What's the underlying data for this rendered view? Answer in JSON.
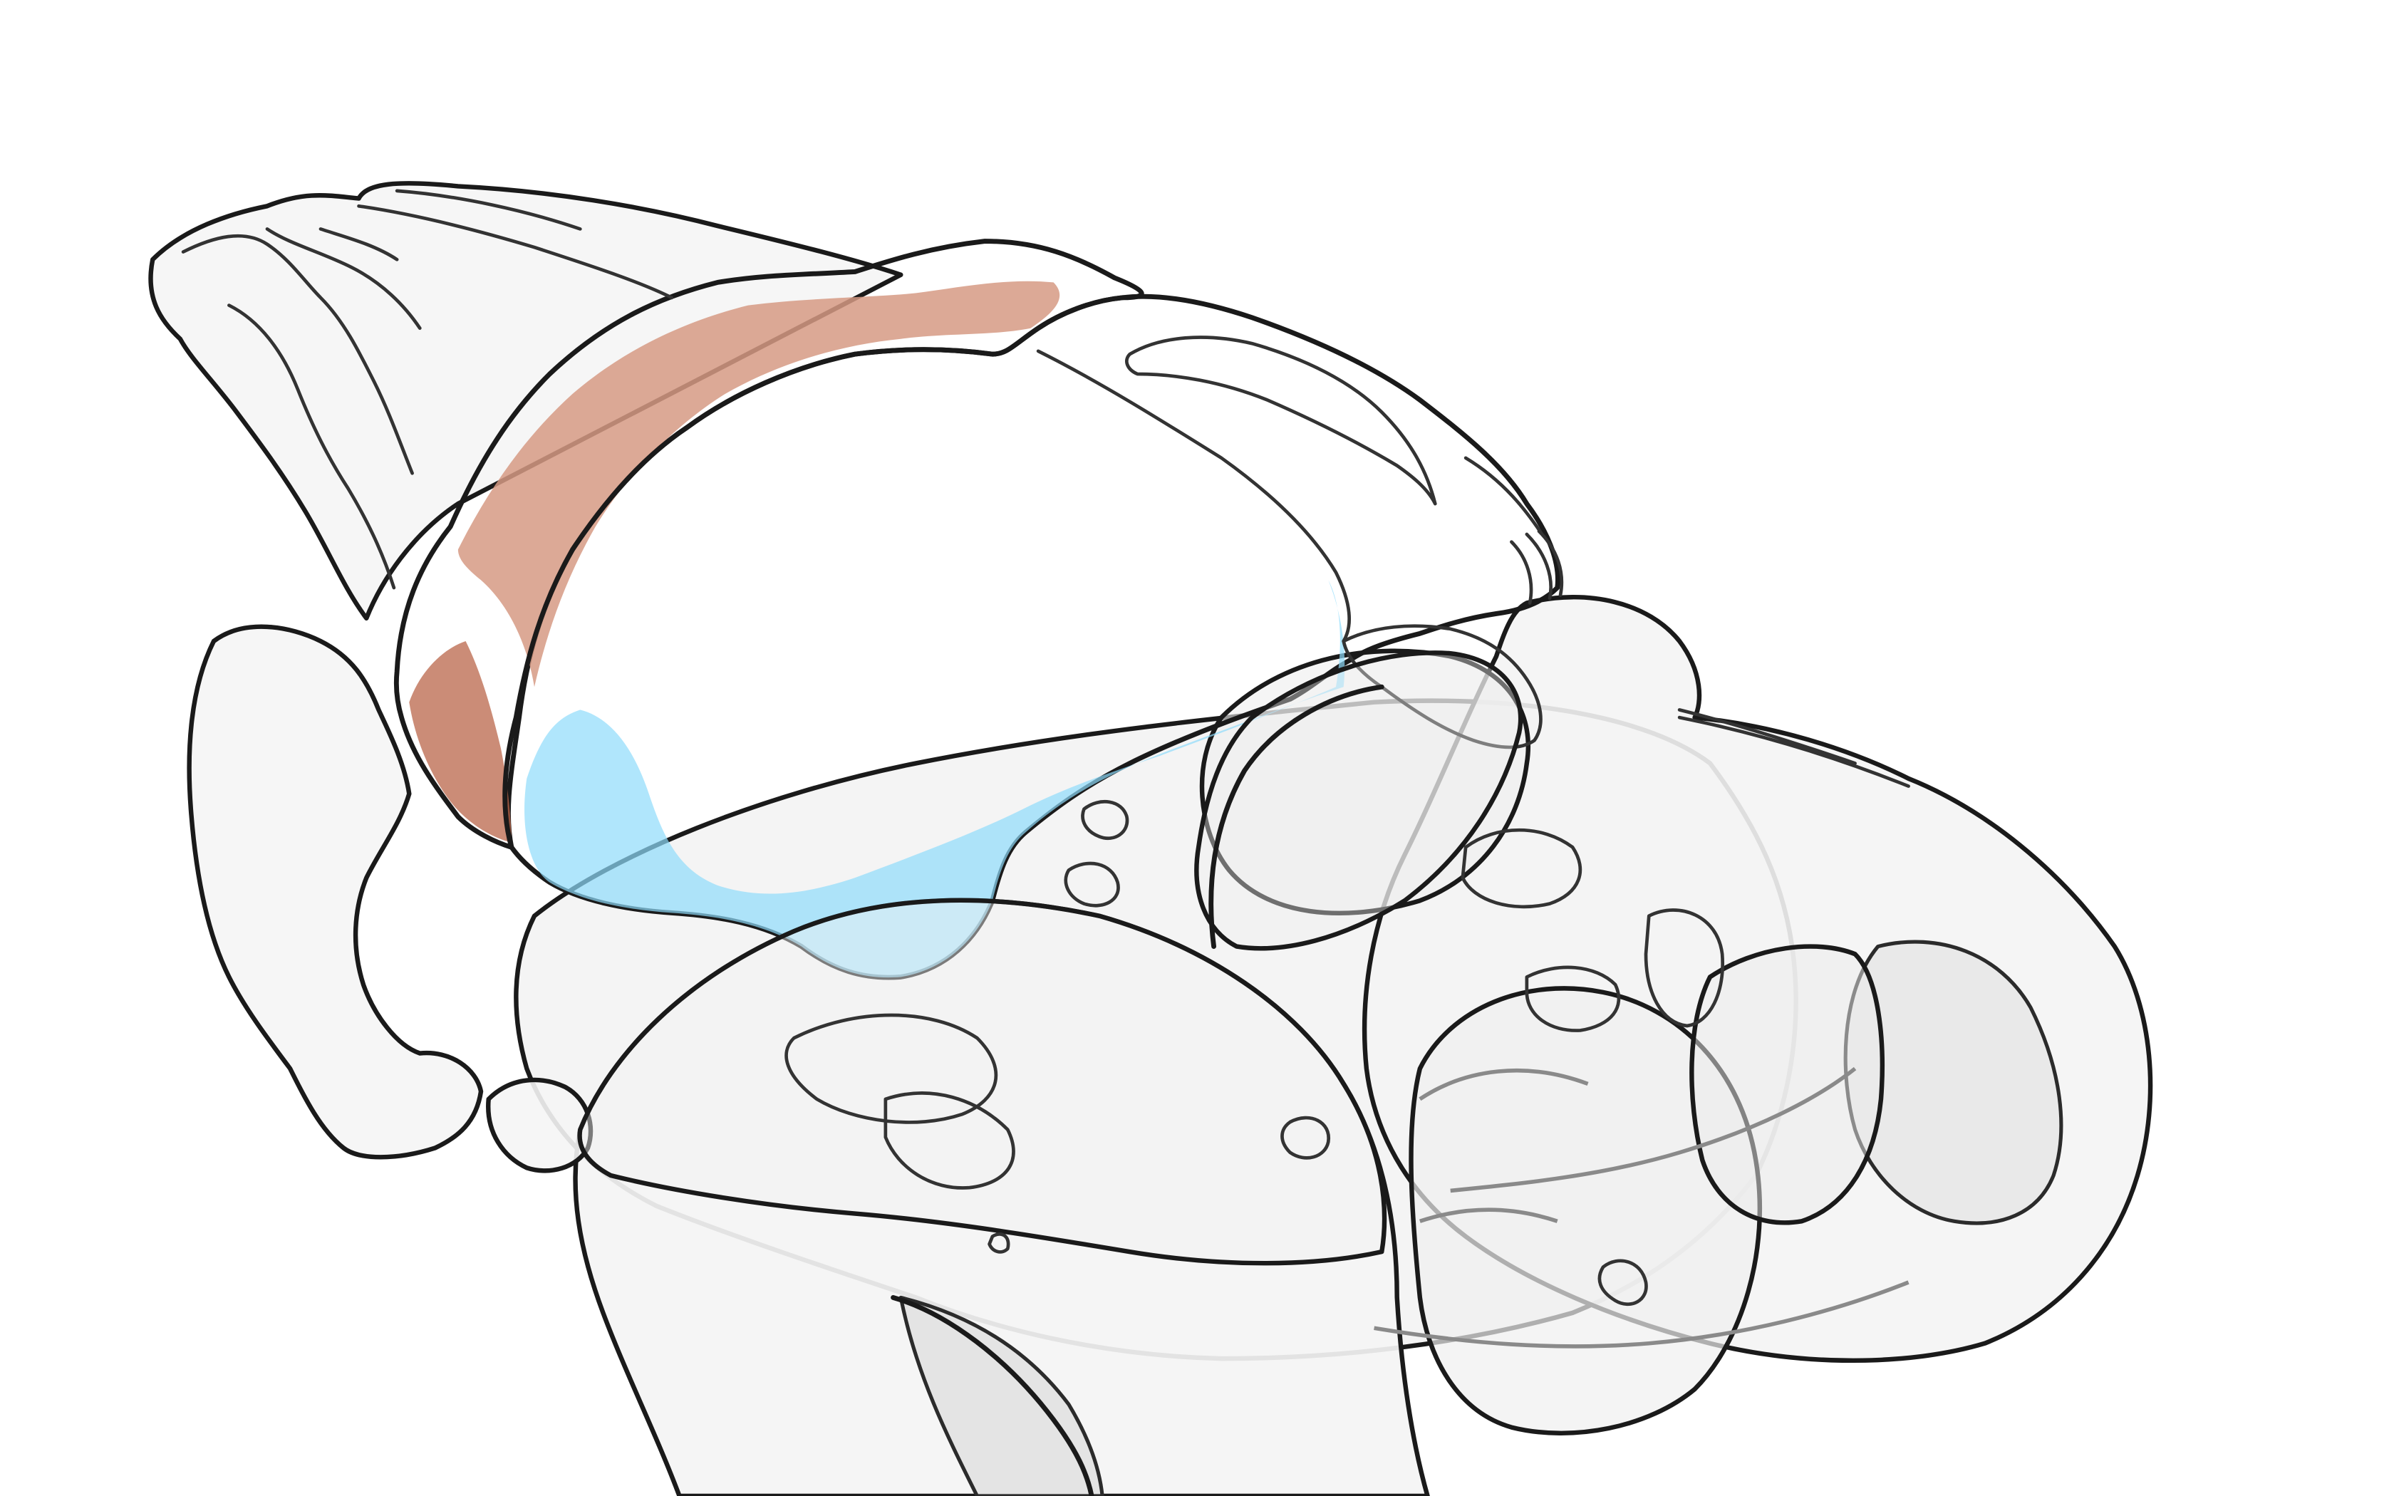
{
  "scene": {
    "background_color": "#ffffff",
    "structures": [
      {
        "key": "whole-brain",
        "fill": "#f2f2f2",
        "opacity": 0.55,
        "outline": "#1a1a1a"
      },
      {
        "key": "region-red",
        "fill": "#c9765a",
        "highlight": "#d69a84",
        "outline": "#1a1a1a"
      },
      {
        "key": "region-blue",
        "fill": "#a6def2",
        "highlight": "#8fdcfb",
        "outline": "#1a1a1a"
      }
    ]
  }
}
